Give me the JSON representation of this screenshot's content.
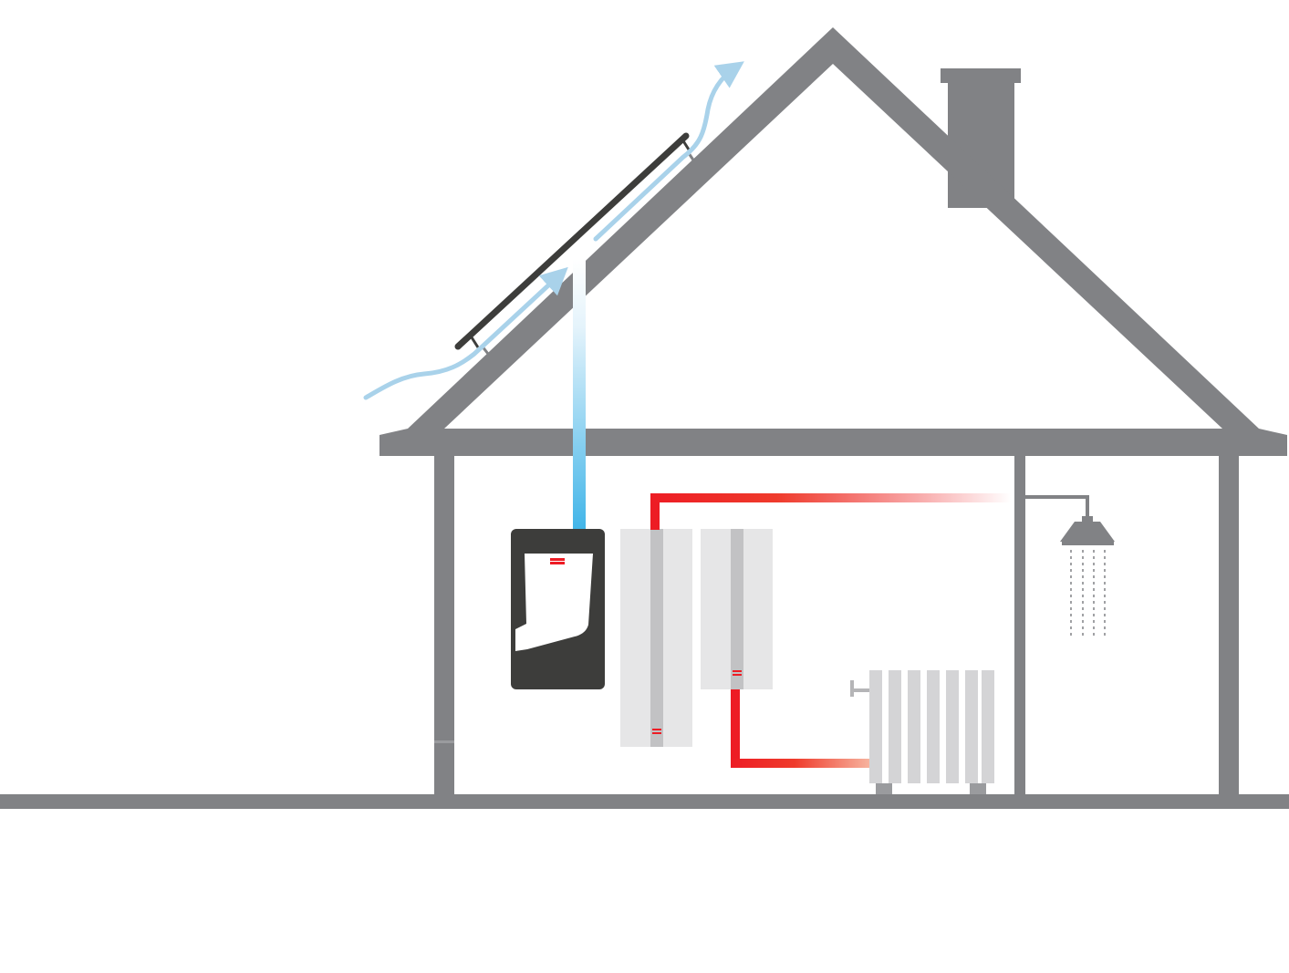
{
  "diagram": {
    "colors": {
      "structure": "#818285",
      "air_flow": "#a9d2ea",
      "cold_duct_top": "#ffffff",
      "cold_duct_bottom": "#3fb4e8",
      "hot_pipe": "#ed1c24",
      "unit_body": "#3d3d3b",
      "tank_panel": "#e6e6e7",
      "tank_core": "#c2c2c4",
      "radiator": "#d4d4d6",
      "solar_panel": "#3d3d3b"
    },
    "icons": {
      "house": "house-outline",
      "solar": "solar-air-collector",
      "unit": "heat-pump-unit",
      "tank": "storage-tank",
      "radiator": "radiator-icon",
      "shower": "shower-icon"
    }
  }
}
